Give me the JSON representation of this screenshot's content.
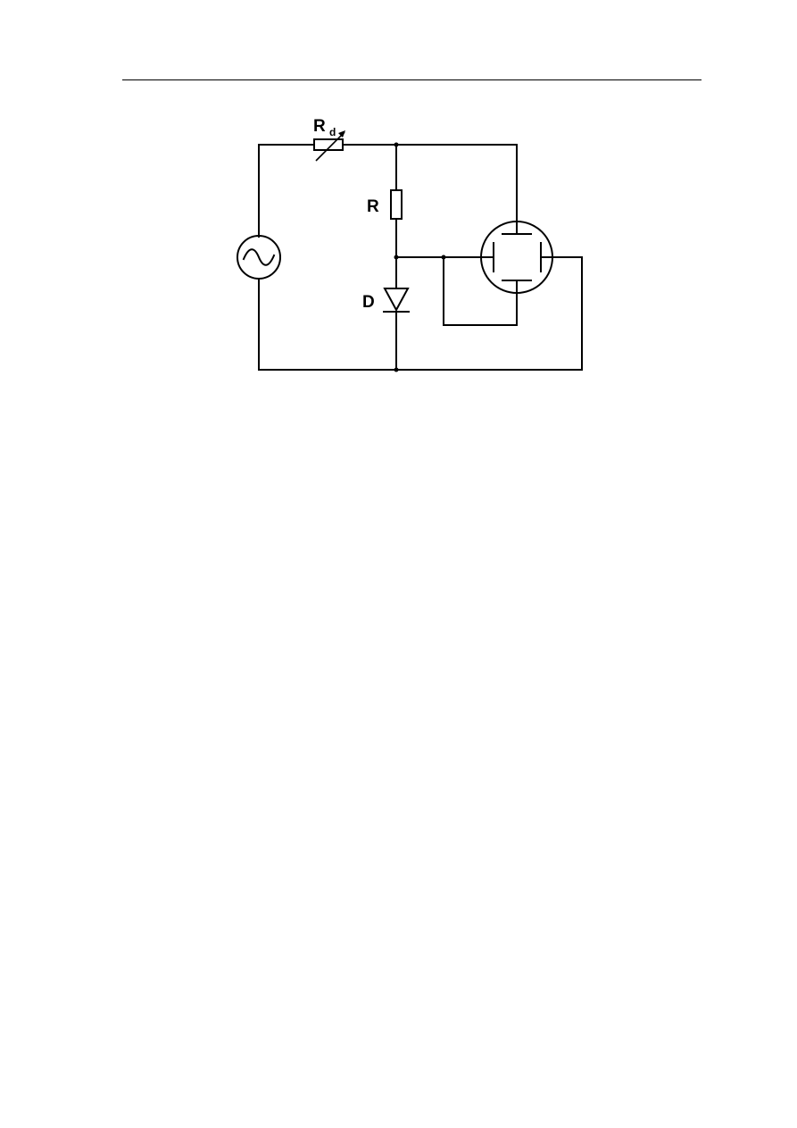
{
  "diagram": {
    "type": "circuit-schematic",
    "labels": {
      "variable_resistor": "R",
      "variable_resistor_subscript": "d",
      "resistor": "R",
      "diode": "D"
    },
    "components": [
      {
        "id": "ac-source",
        "kind": "AC voltage source",
        "symbol": "sine-wave-in-circle"
      },
      {
        "id": "variable-resistor",
        "kind": "variable resistor",
        "label_key": "variable_resistor"
      },
      {
        "id": "resistor",
        "kind": "resistor",
        "label_key": "resistor"
      },
      {
        "id": "diode",
        "kind": "diode",
        "label_key": "diode"
      },
      {
        "id": "crt",
        "kind": "cathode ray tube deflection plates",
        "plates": 4
      }
    ],
    "colors": {
      "line": "#000000",
      "background": "#ffffff"
    }
  }
}
